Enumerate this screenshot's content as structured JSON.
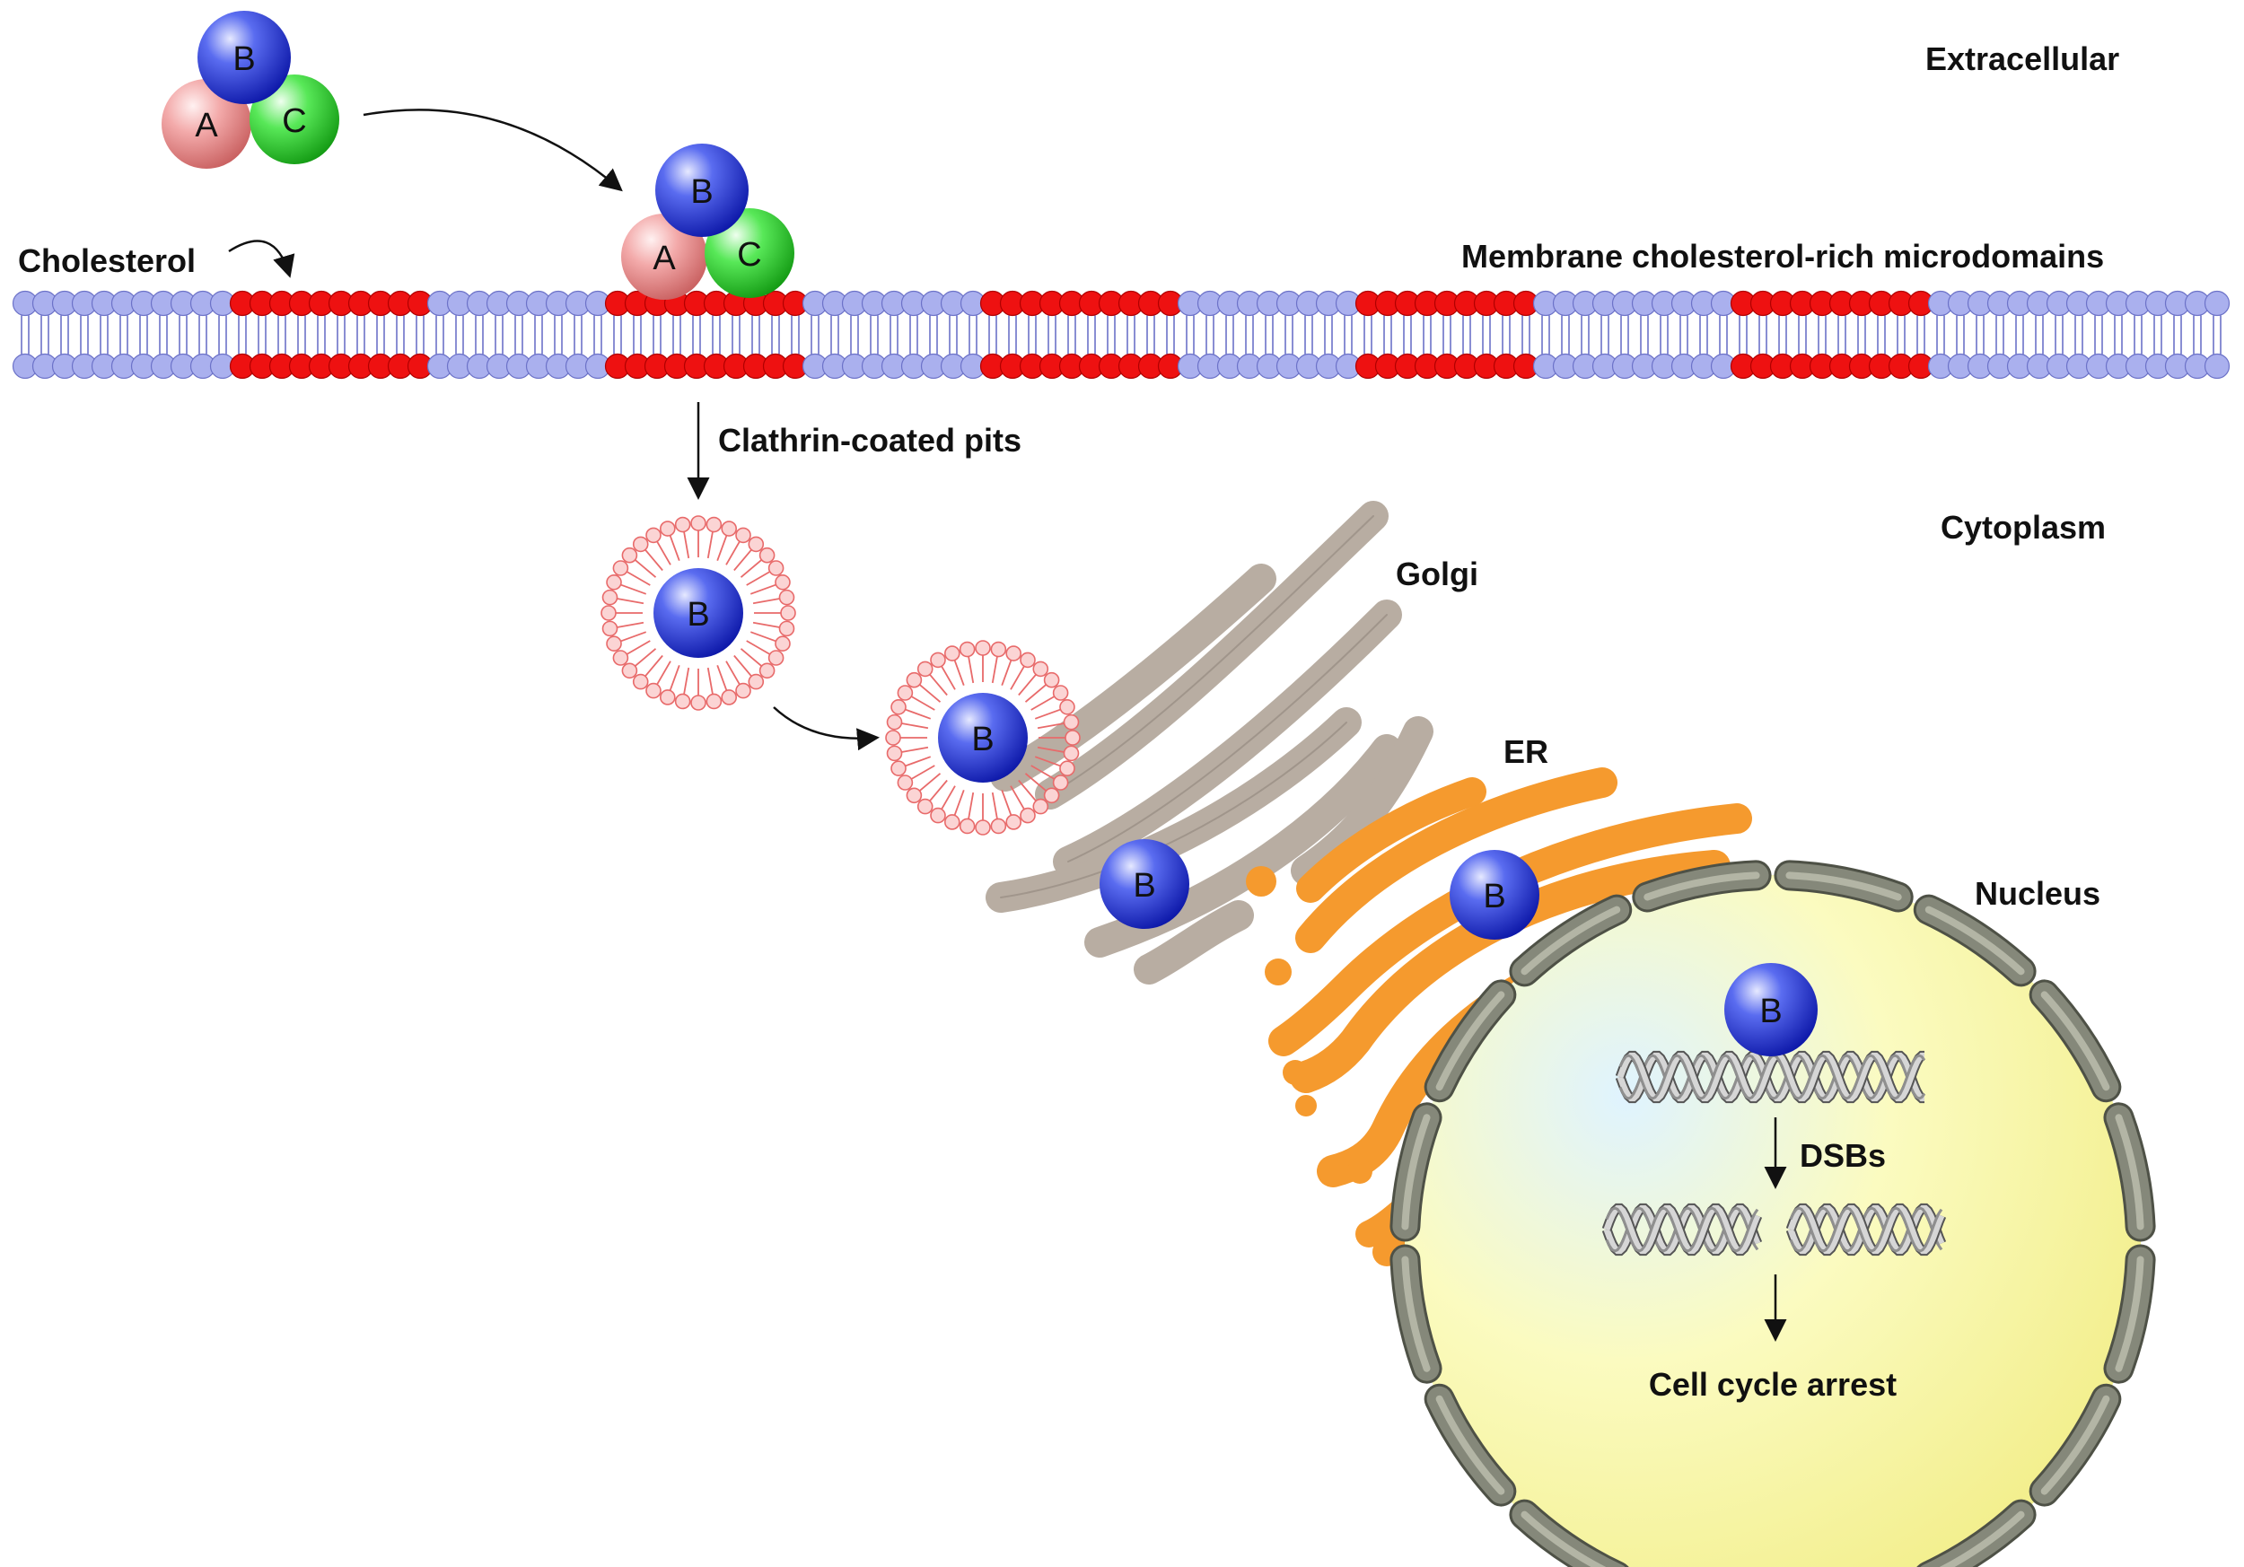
{
  "labels": {
    "extracellular": "Extracellular",
    "cholesterol": "Cholesterol",
    "microdomains": "Membrane cholesterol-rich microdomains",
    "clathrin": "Clathrin-coated pits",
    "cytoplasm": "Cytoplasm",
    "golgi": "Golgi",
    "er": "ER",
    "nucleus": "Nucleus",
    "dsbs": "DSBs",
    "arrest": "Cell cycle arrest"
  },
  "subunits": {
    "a": "A",
    "b": "B",
    "c": "C"
  },
  "colors": {
    "subunit_a": "#e88a8a",
    "subunit_b": "#2a3fd8",
    "subunit_c": "#39d839",
    "lipid_head": "#aab0ee",
    "cholesterol_head": "#ee1111",
    "vesicle": "#e86a6a",
    "golgi": "#b8ada2",
    "er": "#f59a2e",
    "nucleus": "#f6f49a",
    "nuclear_envelope": "#85887a"
  }
}
